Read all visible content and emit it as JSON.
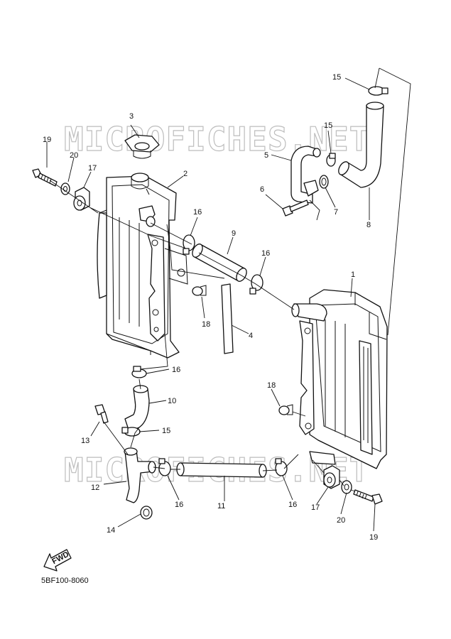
{
  "watermark": {
    "text_top": "MICROFICHES.NET",
    "text_bottom": "MICROFICHES.NET"
  },
  "diagram_code": "5BF100-8060",
  "fwd_label": "FWD",
  "callouts": {
    "c1": "1",
    "c2": "2",
    "c3": "3",
    "c4": "4",
    "c5": "5",
    "c6": "6",
    "c7": "7",
    "c8": "8",
    "c9": "9",
    "c10": "10",
    "c11": "11",
    "c12": "12",
    "c13": "13",
    "c14": "14",
    "c15a": "15",
    "c15b": "15",
    "c15c": "15",
    "c16a": "16",
    "c16b": "16",
    "c16c": "16",
    "c16d": "16",
    "c16e": "16",
    "c17a": "17",
    "c17b": "17",
    "c18a": "18",
    "c18b": "18",
    "c19a": "19",
    "c19b": "19",
    "c20a": "20",
    "c20b": "20"
  }
}
